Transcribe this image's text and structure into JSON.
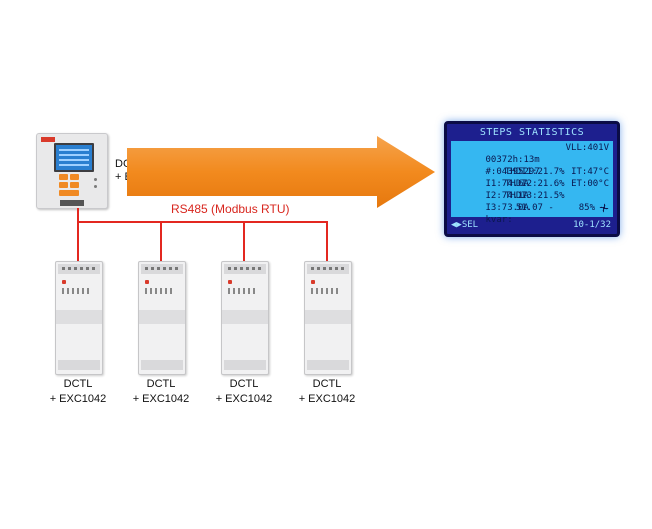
{
  "controller": {
    "name": "DCRG8F",
    "expansion": "+ EXP1012"
  },
  "bus": {
    "label": "RS485 (Modbus RTU)",
    "color": "#e32820"
  },
  "arrow": {
    "color": "#f28a1e"
  },
  "display": {
    "title": "STEPS STATISTICS",
    "rows": [
      {
        "left": "00372h:13m",
        "mid": "",
        "right": "VLL:401V"
      },
      {
        "left": "#:04395297",
        "mid": "",
        "right": ""
      },
      {
        "left": "I1:74.6A",
        "mid": "THDI1:21.7%",
        "right": "IT:47°C"
      },
      {
        "left": "I2:74.1A",
        "mid": "THDI2:21.6%",
        "right": "ET:00°C"
      },
      {
        "left": "I3:73.0A",
        "mid": "THDI3:21.5%",
        "right": ""
      },
      {
        "left": "kvar:",
        "mid": "  51.07 -",
        "right": "85%"
      }
    ],
    "footer_left": "◀▶SEL",
    "footer_right": "10-1/32",
    "fan_icon": "fan-icon"
  },
  "starters": [
    {
      "name": "DCTL",
      "expansion": "+ EXC1042"
    },
    {
      "name": "DCTL",
      "expansion": "+ EXC1042"
    },
    {
      "name": "DCTL",
      "expansion": "+ EXC1042"
    },
    {
      "name": "DCTL",
      "expansion": "+ EXC1042"
    }
  ]
}
